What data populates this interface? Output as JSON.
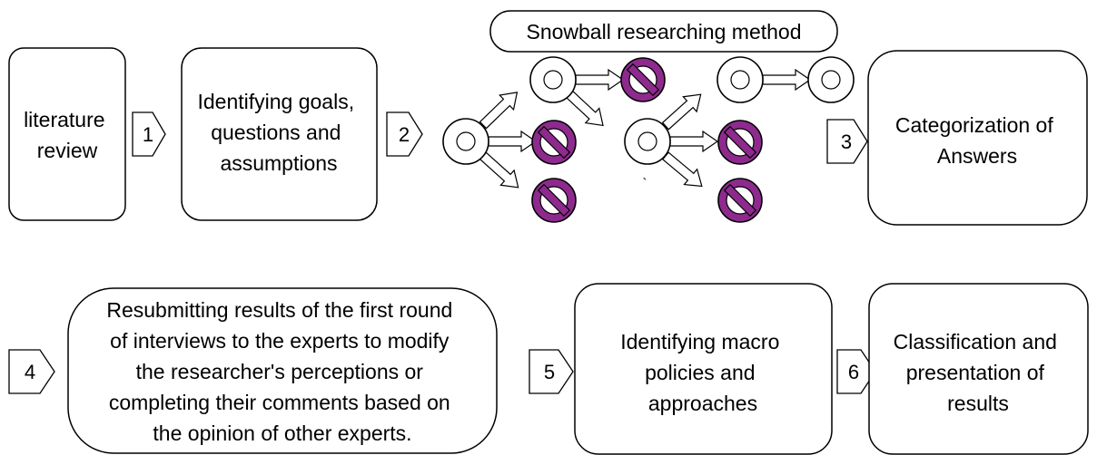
{
  "steps": {
    "literature_review": [
      "literature",
      "review"
    ],
    "identifying_goals": [
      "Identifying goals,",
      "questions and",
      "assumptions"
    ],
    "snowball_method": "Snowball researching method",
    "categorization": [
      "Categorization of",
      "Answers"
    ],
    "resubmitting": [
      "Resubmitting results of the first round",
      "of interviews to the experts to modify",
      "the researcher's perceptions or",
      "completing their comments based on",
      "the opinion of other experts."
    ],
    "macro_policies": [
      "Identifying macro",
      "policies and",
      "approaches"
    ],
    "classification": [
      "Classification and",
      "presentation of",
      "results"
    ]
  },
  "step_numbers": [
    "1",
    "2",
    "3",
    "4",
    "5",
    "6"
  ],
  "stray_mark": "`",
  "colors": {
    "stop_fill": "#8e2a8e",
    "stroke": "#000000",
    "background": "#ffffff"
  }
}
